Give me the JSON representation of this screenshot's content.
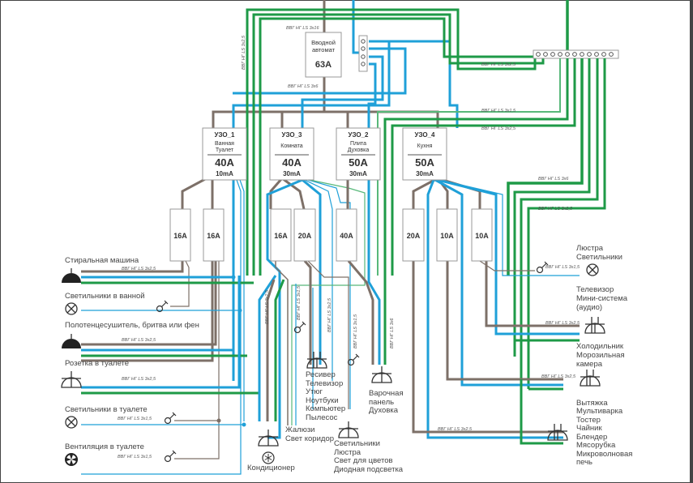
{
  "colors": {
    "phase": "#7d7068",
    "neutral": "#1fa0d8",
    "ground": "#1e9a47",
    "frame": "#444444"
  },
  "main_breaker": {
    "title_line1": "Вводной",
    "title_line2": "автомат",
    "rating": "63А",
    "cable_in": "ВВГ НГ LS 3х16",
    "cable_out": "ВВГ НГ LS 3х6"
  },
  "rcds": [
    {
      "name": "УЗО_1",
      "line1": "Ванная",
      "line2": "Туалет",
      "rating": "40А",
      "leakage": "10mA"
    },
    {
      "name": "УЗО_3",
      "line1": "Комната",
      "line2": "",
      "rating": "40А",
      "leakage": "30mA"
    },
    {
      "name": "УЗО_2",
      "line1": "Плита",
      "line2": "Духовка",
      "rating": "50А",
      "leakage": "30mA"
    },
    {
      "name": "УЗО_4",
      "line1": "Кухня",
      "line2": "",
      "rating": "50А",
      "leakage": "30mA"
    }
  ],
  "breakers": [
    "16А",
    "16А",
    "16А",
    "20А",
    "40А",
    "20А",
    "10А",
    "10А"
  ],
  "cables": {
    "c3x25": "ВВГ НГ LS 3х2,5",
    "c3x15": "ВВГ НГ LS 3х1,5",
    "c3x6": "ВВГ НГ LS 3х6"
  },
  "left_loads": [
    {
      "label": "Стиральная машина",
      "icon": "socket-grounded-icon",
      "cable": "ВВГ НГ LS 3х2,5"
    },
    {
      "label": "Светильники в ванной",
      "icon": "lamp-icon",
      "cable": ""
    },
    {
      "label": "Полотенцесушитель, бритва или фен",
      "icon": "socket-grounded-icon",
      "cable": "ВВГ НГ LS 3х2,5"
    },
    {
      "label": "Розетка в туалете",
      "icon": "socket-icon",
      "cable": "ВВГ НГ LS 3х2,5"
    },
    {
      "label": "Светильники в туалете",
      "icon": "lamp-icon",
      "cable": "ВВГ НГ LS 3х1,5"
    },
    {
      "label": "Вентиляция в туалете",
      "icon": "fan-icon",
      "cable": "ВВГ НГ LS 3х1,5"
    }
  ],
  "bottom_loads": {
    "conditioner": {
      "label": "Кондиционер",
      "cable": "ВВГ НГ LS 3х2,5"
    },
    "blinds": {
      "lines": [
        "Жалюзи",
        "Свет коридор"
      ],
      "cable": "ВВГ НГ LS 3х1,5"
    },
    "receiver": {
      "lines": [
        "Ресивер",
        "Телевизор",
        "Утюг",
        "Ноутбуки",
        "Компьютер",
        "Пылесос"
      ],
      "cable": "ВВГ НГ LS 3х2,5"
    },
    "lights": {
      "lines": [
        "Светильники",
        "Люстра",
        "Свет для цветов",
        "Диодная подсветка"
      ],
      "cable": "ВВГ НГ LS 3х1,5"
    },
    "stove": {
      "lines": [
        "Варочная",
        "панель",
        "Духовка"
      ],
      "cable": "ВВГ НГ LS 3х6"
    }
  },
  "right_loads": [
    {
      "lines": [
        "Люстра",
        "Светильники"
      ],
      "icon": "lamp-icon",
      "cable": "ВВГ НГ LS 3х1,5"
    },
    {
      "lines": [
        "Телевизор",
        "Мини-система",
        "(аудио)"
      ],
      "icon": "socket-icon",
      "cable": "ВВГ НГ LS 3х2,5"
    },
    {
      "lines": [
        "Холодильник",
        "Морозильная",
        "камера"
      ],
      "icon": "socket-icon",
      "cable": "ВВГ НГ LS 3х2,5"
    },
    {
      "lines": [
        "Вытяжка",
        "Мультиварка",
        "Тостер",
        "Чайник",
        "Блендер",
        "Мясорубка",
        "Микроволновая",
        "печь"
      ],
      "icon": "socket-icon",
      "cable": "ВВГ НГ LS 3х2,5"
    }
  ],
  "ground_bus_cables": [
    "ВВГ НГ LS 3х2,5",
    "ВВГ НГ LS 3х1,5",
    "ВВГ НГ LS 3х2,5",
    "ВВГ НГ LS 3х6",
    "ВВГ НГ LS 3х2,5"
  ],
  "left_vertical_cable": "ВВГ НГ LS 3х2,5"
}
